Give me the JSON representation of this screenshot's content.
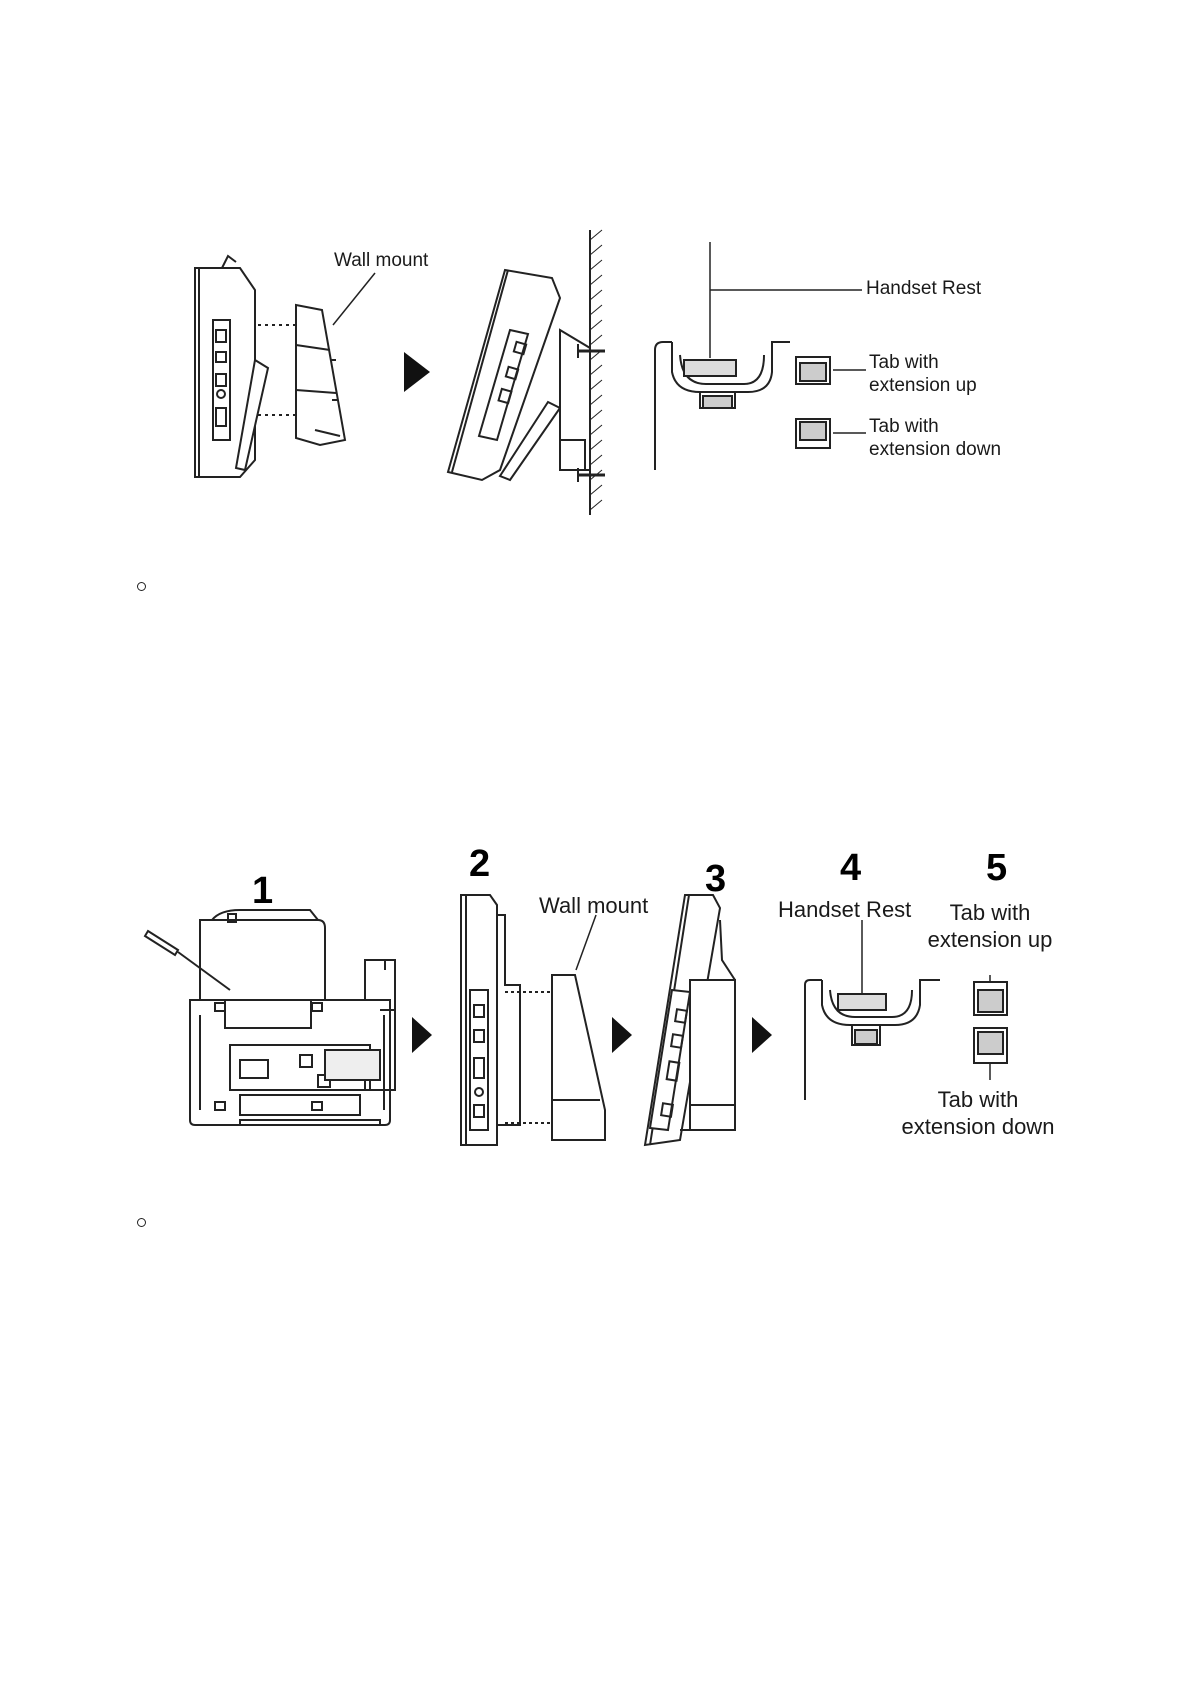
{
  "figure1": {
    "labels": {
      "wall_mount": "Wall mount",
      "handset_rest": "Handset Rest",
      "tab_up": "Tab with\nextension up",
      "tab_up_line1": "Tab with",
      "tab_up_line2": "extension up",
      "tab_down_line1": "Tab with",
      "tab_down_line2": "extension down"
    }
  },
  "figure2": {
    "steps": [
      "1",
      "2",
      "3",
      "4",
      "5"
    ],
    "labels": {
      "wall_mount": "Wall mount",
      "handset_rest": "Handset Rest",
      "tab_up_line1": "Tab with",
      "tab_up_line2": "extension up",
      "tab_down_line1": "Tab with",
      "tab_down_line2": "extension down"
    }
  },
  "bullets": [
    "",
    ""
  ]
}
